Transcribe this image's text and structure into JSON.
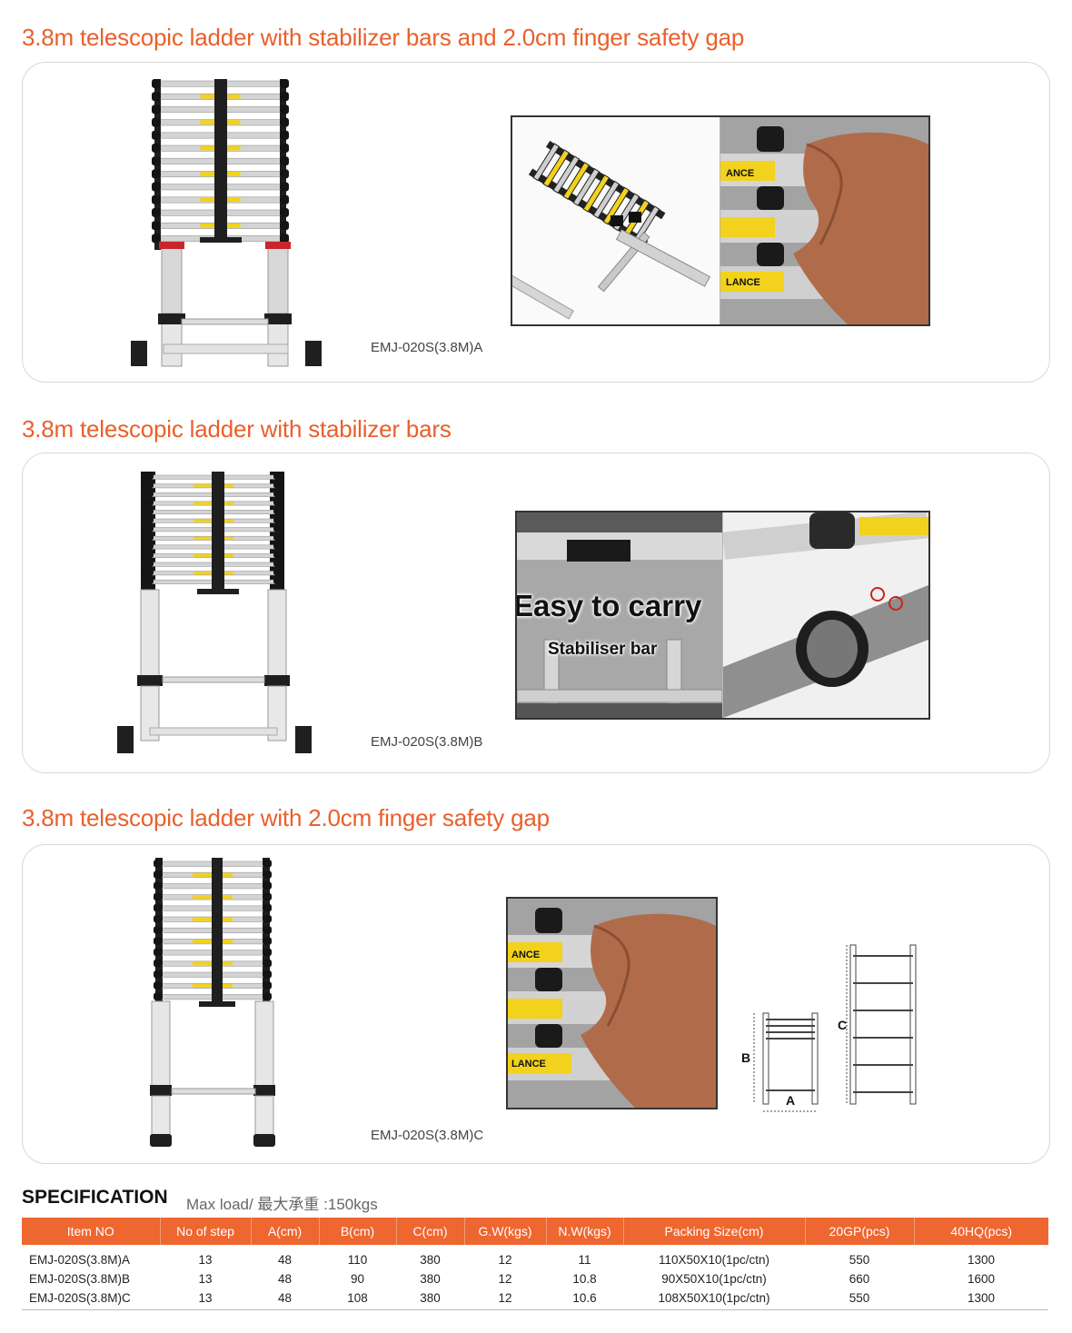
{
  "sections": [
    {
      "title": "3.8m telescopic ladder with stabilizer bars and 2.0cm finger safety gap",
      "model": "EMJ-020S(3.8M)A"
    },
    {
      "title": "3.8m telescopic ladder with stabilizer bars",
      "model": "EMJ-020S(3.8M)B",
      "overlay_main": "Easy to carry",
      "overlay_sub": "Stabiliser bar"
    },
    {
      "title": "3.8m telescopic ladder with 2.0cm finger safety gap",
      "model": "EMJ-020S(3.8M)C",
      "diagram_labels": {
        "a": "A",
        "b": "B",
        "c": "C"
      }
    }
  ],
  "photo_text": {
    "label_word_1": "ANCE",
    "label_word_2": "LANCE"
  },
  "spec": {
    "heading": "SPECIFICATION",
    "subheading": "Max load/ 最大承重 :150kgs",
    "columns": [
      "Item NO",
      "No of step",
      "A(cm)",
      "B(cm)",
      "C(cm)",
      "G.W(kgs)",
      "N.W(kgs)",
      "Packing Size(cm)",
      "20GP(pcs)",
      "40HQ(pcs)"
    ],
    "rows": [
      [
        "EMJ-020S(3.8M)A",
        "13",
        "48",
        "110",
        "380",
        "12",
        "11",
        "110X50X10(1pc/ctn)",
        "550",
        "1300"
      ],
      [
        "EMJ-020S(3.8M)B",
        "13",
        "48",
        "90",
        "380",
        "12",
        "10.8",
        "90X50X10(1pc/ctn)",
        "660",
        "1600"
      ],
      [
        "EMJ-020S(3.8M)C",
        "13",
        "48",
        "108",
        "380",
        "12",
        "10.6",
        "108X50X10(1pc/ctn)",
        "550",
        "1300"
      ]
    ]
  },
  "colors": {
    "accent": "#e8602c",
    "header_bg": "#ee6630",
    "rung_tag": "#f2d21c"
  },
  "icons": [
    "ladder-product-photo",
    "ladder-dimension-diagram"
  ]
}
